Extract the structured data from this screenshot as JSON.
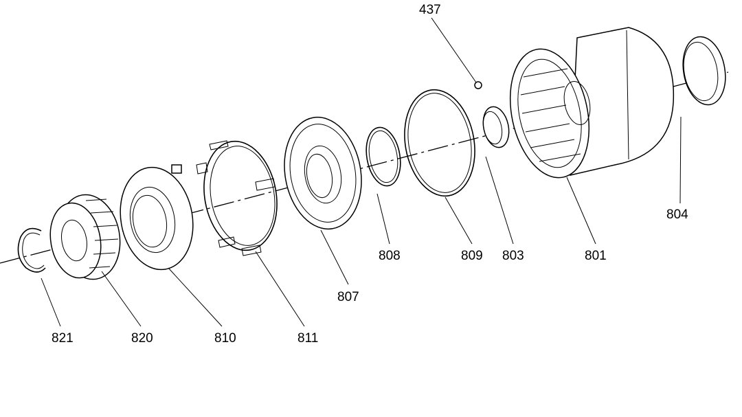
{
  "callouts": {
    "p437": "437",
    "p804": "804",
    "p808": "808",
    "p809": "809",
    "p803": "803",
    "p801": "801",
    "p807": "807",
    "p821": "821",
    "p820": "820",
    "p810": "810",
    "p811": "811"
  }
}
